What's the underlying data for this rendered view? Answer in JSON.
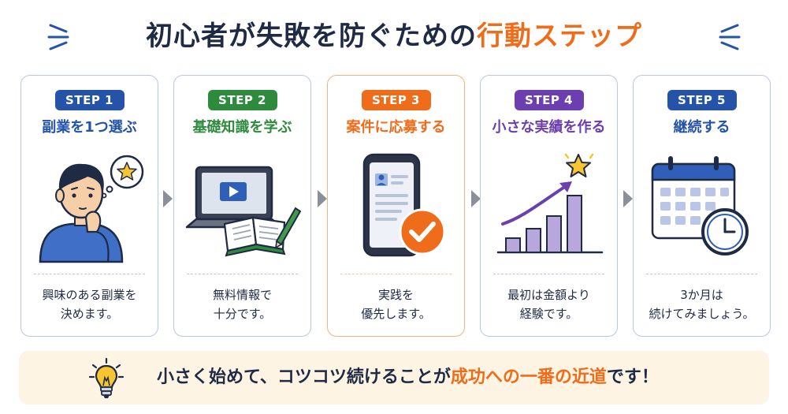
{
  "title": {
    "main": "初心者が失敗を防ぐための",
    "accent": "行動ステップ"
  },
  "colors": {
    "accent": "#ef6c1a",
    "blue": "#2453a8",
    "green": "#2e8b3e",
    "orange": "#ef6c1a",
    "purple": "#6b3fb0",
    "navy": "#1f2a44"
  },
  "steps": [
    {
      "badge": "STEP 1",
      "title": "副業を1つ選ぶ",
      "desc_lines": [
        "興味のある副業を",
        "決めます。"
      ],
      "color": "#2453a8",
      "icon": "thinking-person-icon"
    },
    {
      "badge": "STEP 2",
      "title": "基礎知識を学ぶ",
      "desc_lines": [
        "無料情報で",
        "十分です。"
      ],
      "color": "#2e8b3e",
      "icon": "laptop-book-icon"
    },
    {
      "badge": "STEP 3",
      "title": "案件に応募する",
      "desc_lines": [
        "実践を",
        "優先します。"
      ],
      "color": "#ef6c1a",
      "icon": "smartphone-check-icon"
    },
    {
      "badge": "STEP 4",
      "title": "小さな実績を作る",
      "desc_lines": [
        "最初は金額より",
        "経験です。"
      ],
      "color": "#6b3fb0",
      "icon": "growth-chart-icon"
    },
    {
      "badge": "STEP 5",
      "title": "継続する",
      "desc_lines": [
        "3か月は",
        "続けてみましょう。"
      ],
      "color": "#2453a8",
      "icon": "calendar-clock-icon"
    }
  ],
  "footer": {
    "text_before": "小さく始めて、コツコツ続けることが",
    "accent": "成功への一番の近道",
    "text_after": "です！",
    "icon": "lightbulb-icon"
  }
}
